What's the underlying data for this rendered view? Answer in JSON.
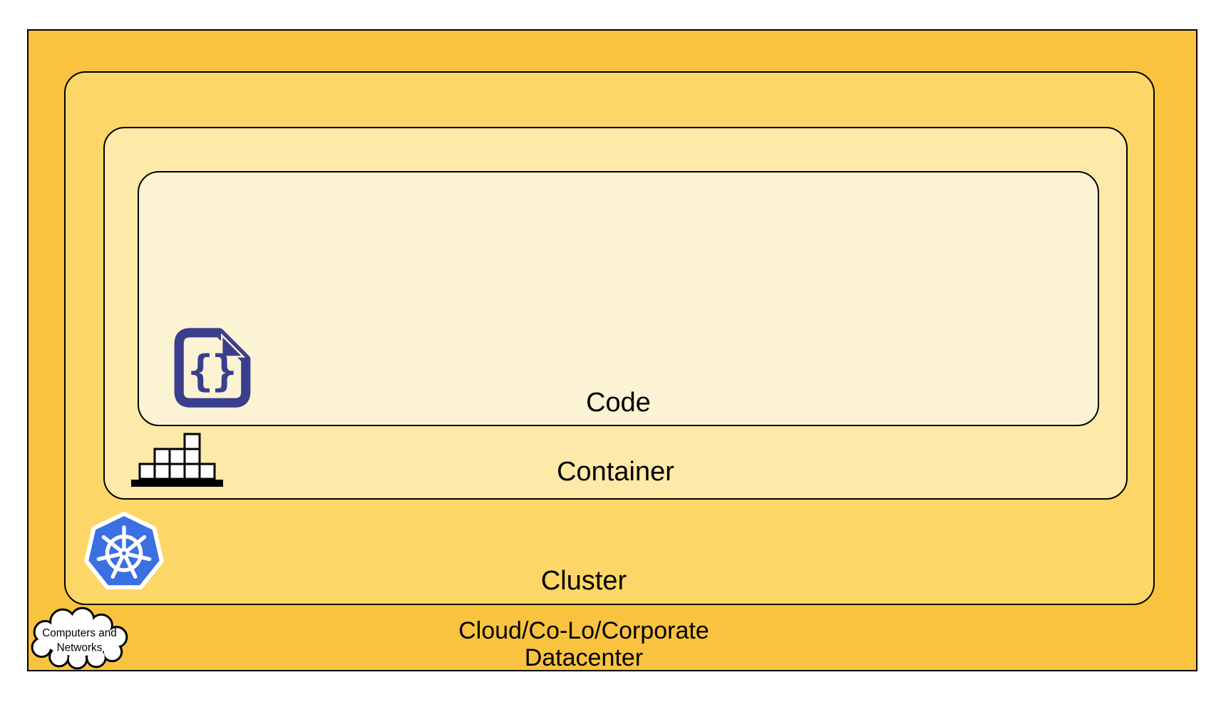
{
  "layers": {
    "code": {
      "label": "Code",
      "fill": "#FCF3D4"
    },
    "container": {
      "label": "Container",
      "fill": "#FDE9A8"
    },
    "cluster": {
      "label": "Cluster",
      "fill": "#FCD666"
    },
    "datacenter": {
      "label_line1": "Cloud/Co-Lo/Corporate",
      "label_line2": "Datacenter",
      "fill": "#F9C33F"
    }
  },
  "icons": {
    "code_file": {
      "glyph": "{}",
      "color": "#393F8C"
    },
    "container_blocks": {
      "block_fill": "#FFFFFF",
      "outline": "#000000"
    },
    "kubernetes": {
      "color": "#3B70E2"
    },
    "cloud": {
      "label_line1": "Computers and",
      "label_line2": "Networks"
    }
  },
  "colors": {
    "border": "#000000",
    "background": "#FFFFFF"
  }
}
